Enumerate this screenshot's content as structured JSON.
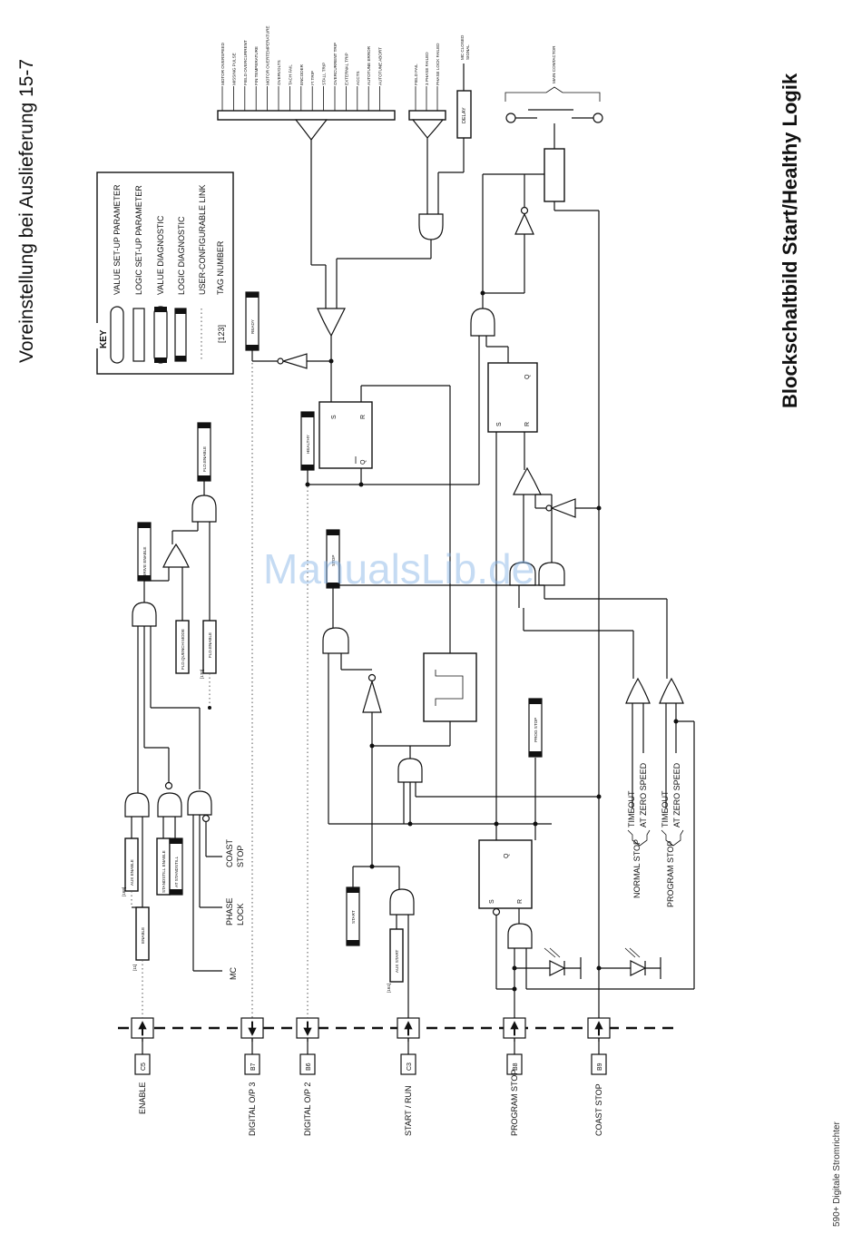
{
  "page_title": "Voreinstellung bei Auslieferung 15-7",
  "section_title": "Blockschaltbild Start/Healthy Logik",
  "footer": "590+ Digitale Stromrichter",
  "watermark": "ManualsLib.de",
  "key": {
    "title": "KEY",
    "items": [
      {
        "symbol": "value-setup",
        "label": "VALUE SET-UP PARAMETER"
      },
      {
        "symbol": "logic-setup",
        "label": "LOGIC SET-UP PARAMETER"
      },
      {
        "symbol": "value-diagnostic",
        "label": "VALUE DIAGNOSTIC"
      },
      {
        "symbol": "logic-diagnostic",
        "label": "LOGIC DIAGNOSTIC"
      },
      {
        "symbol": "user-link",
        "label": "USER-CONFIGURABLE LINK"
      },
      {
        "symbol": "tag-number",
        "tag": "[123]",
        "label": "TAG NUMBER"
      }
    ]
  },
  "terminals": [
    {
      "id": "C5",
      "label": "ENABLE",
      "direction": "in"
    },
    {
      "id": "B7",
      "label": "DIGITAL O/P 3",
      "direction": "out"
    },
    {
      "id": "B6",
      "label": "DIGITAL O/P 2",
      "direction": "out"
    },
    {
      "id": "C3",
      "label": "START / RUN",
      "direction": "in"
    },
    {
      "id": "B8",
      "label": "PROGRAM STOP",
      "direction": "in"
    },
    {
      "id": "B9",
      "label": "COAST STOP",
      "direction": "in"
    }
  ],
  "alarm_inputs": [
    "MOTOR OVERSPEED",
    "MISSING PULSE",
    "FIELD OVERCURRENT",
    "FIN TEMPERATURE",
    "MOTOR OVERTEMPERATURE",
    "OVERVOLTS",
    "TACH FAIL",
    "ENCODER",
    "I*t TRIP",
    "STALL TRIP",
    "OVERCURRENT TRIP",
    "EXTERNAL TRIP",
    "ACCTS",
    "AUTOTUNE ERROR",
    "AUTOTUNE ABORT"
  ],
  "field_alarms": [
    "FIELD FAIL",
    "3 PHASE FAILED",
    "PHASE LOCK FAILED"
  ],
  "mc_closed": [
    "MC CLOSED",
    "SIGNAL"
  ],
  "blocks": {
    "delay": "DELAY",
    "main_contactor": "MAIN CONTACTOR",
    "ready": "READY",
    "healthy": "HEALTHY",
    "stop": "STOP",
    "prog_stop": "PROG STOP",
    "fld_enable_diag": "FLD.ENABLE",
    "drive_enable": "DRIVE ENABLE",
    "fld_quench": "FLD.QUENCH MODE",
    "fld_enable_param": "FLD.ENABLE",
    "enable": "ENABLE",
    "aux_enable": "AUX ENABLE",
    "standstill_enable": "STANDSTILL ENABLE",
    "at_standstill": "AT STANDSTILL",
    "start": "START",
    "aux_start": "AUX START"
  },
  "tags": {
    "enable": "[11]",
    "aux_enable": "[168]",
    "fld_enable": "[170]",
    "aux_start": "[161]"
  },
  "labels": {
    "coast_stop": [
      "COAST",
      "STOP"
    ],
    "phase_lock": [
      "PHASE",
      "LOCK"
    ],
    "mc": "MC",
    "timeout": "TIMEOUT",
    "at_zero_speed": "AT ZERO SPEED",
    "normal_stop": "NORMAL STOP",
    "program_stop": "PROGRAM STOP",
    "ff_s": "S",
    "ff_r": "R",
    "ff_q": "Q",
    "ff_qbar": "Q"
  }
}
